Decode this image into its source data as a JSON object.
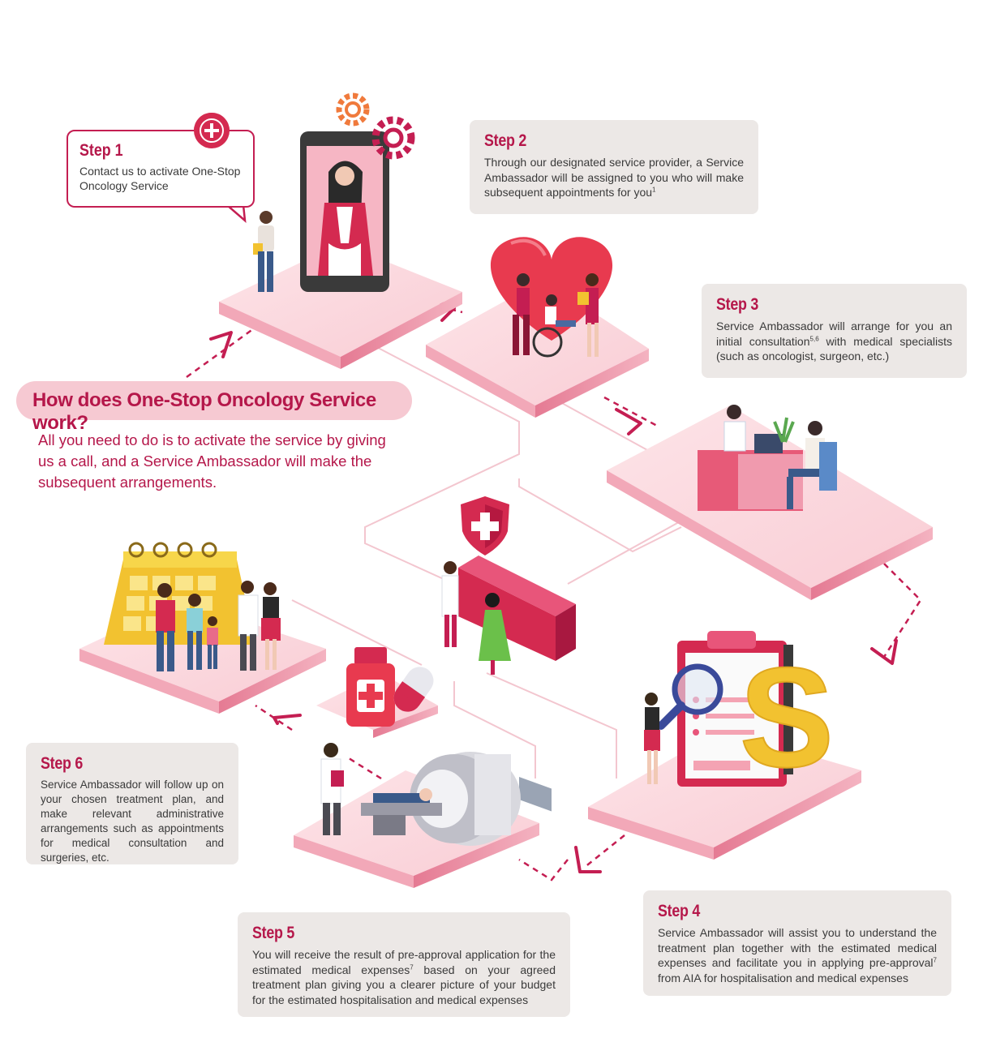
{
  "headline": "How does One-Stop Oncology Service work?",
  "intro": "All you need to do is to activate the service by giving us a call, and a Service Ambassador will make the subsequent arrangements.",
  "steps": [
    {
      "title": "Step 1",
      "text": "Contact us to activate One-Stop Oncology Service"
    },
    {
      "title": "Step 2",
      "text": "Through our designated service provider, a Service Ambassador will be assigned to you who will make subsequent appointments for you",
      "sup": "1"
    },
    {
      "title": "Step 3",
      "text_a": "Service Ambassador will arrange for you an initial consultation",
      "sup": "5,6",
      "text_b": " with medical specialists (such as oncologist, surgeon, etc.)"
    },
    {
      "title": "Step 4",
      "text_a": "Service Ambassador will assist you to understand the treatment plan together with the estimated medical expenses and facilitate you in applying pre-approval",
      "sup": "7",
      "text_b": " from AIA for hospitalisation and medical expenses"
    },
    {
      "title": "Step 5",
      "text_a": "You will receive the result of pre-approval application for the estimated medical expenses",
      "sup": "7",
      "text_b": " based on your agreed treatment plan giving you a clearer picture of your budget for the estimated hospitalisation and medical expenses"
    },
    {
      "title": "Step 6",
      "text": "Service Ambassador will follow up on your chosen treatment plan, and make relevant administrative arrangements such as appointments for medical consultation and surgeries, etc."
    }
  ],
  "colors": {
    "accent": "#c41e52",
    "title": "#b5174a",
    "platform": "#fbd9de",
    "card": "#ece8e6",
    "headline_bg": "#f6c9d2",
    "gold": "#f2c230"
  },
  "icons": [
    "plus-icon",
    "gear-icon",
    "heart-icon",
    "shield-cross-icon",
    "medicine-bottle-icon",
    "capsule-icon",
    "calendar-icon",
    "magnifier-icon",
    "dollar-icon",
    "clipboard-icon",
    "mri-scanner-icon",
    "smartphone-icon"
  ]
}
